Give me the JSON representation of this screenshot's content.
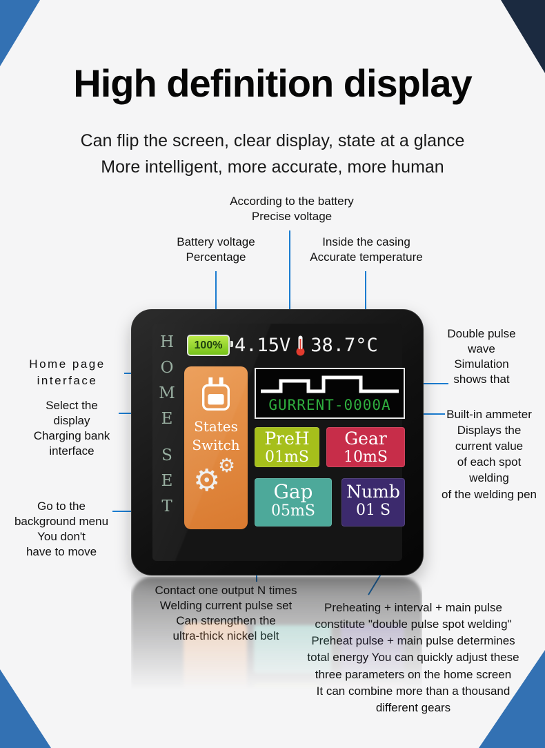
{
  "colors": {
    "leader_blue": "#1b7cd0",
    "corner_blue": "#3371b3",
    "corner_navy": "#1b2a40",
    "panel_orange": "#e0853f",
    "btn_green": "#a6bf1b",
    "btn_red": "#c72d49",
    "btn_teal": "#4da99a",
    "btn_purple": "#3c2a6d",
    "current_green": "#2fae3e",
    "battery_green": "#7ccf17"
  },
  "header": {
    "title": "High definition display",
    "subtitle": "Can flip the screen, clear display, state at a glance\nMore intelligent, more accurate, more human"
  },
  "callouts": {
    "battery_precise": "According to the battery\nPrecise voltage",
    "battery_percent": "Battery voltage\nPercentage",
    "casing_temp": "Inside the casing\nAccurate temperature",
    "home_interface": "Home page\ninterface",
    "select_display": "Select the\ndisplay\nCharging bank\ninterface",
    "background_menu": "Go to the\nbackground menu\nYou don't\nhave to move",
    "double_pulse": "Double pulse\nwave\nSimulation\nshows that",
    "ammeter": "Built-in ammeter\nDisplays the\ncurrent value\nof each spot\nwelding\nof the welding pen",
    "contact_output": "Contact one output N times\nWelding current pulse set\nCan strengthen the\nultra-thick nickel belt",
    "preheating": "Preheating + interval + main pulse\nconstitute \"double pulse spot welding\"\nPreheat pulse + main pulse determines\ntotal energy You can quickly adjust these\nthree parameters on the home screen\nIt can combine more than a thousand\ndifferent gears"
  },
  "device": {
    "side_label_top": "HOME",
    "side_label_bottom": "SET",
    "status": {
      "battery_percent": "100%",
      "voltage": "4.15V",
      "temperature": "38.7°C"
    },
    "states_panel": "States\nSwitch",
    "current_readout": "GURRENT-0000A",
    "buttons": {
      "preh": {
        "label": "PreH",
        "value": "01mS"
      },
      "gear": {
        "label": "Gear",
        "value": "10mS"
      },
      "gap": {
        "label": "Gap",
        "value": "05mS"
      },
      "numb": {
        "label": "Numb",
        "value": "01 S"
      }
    }
  }
}
